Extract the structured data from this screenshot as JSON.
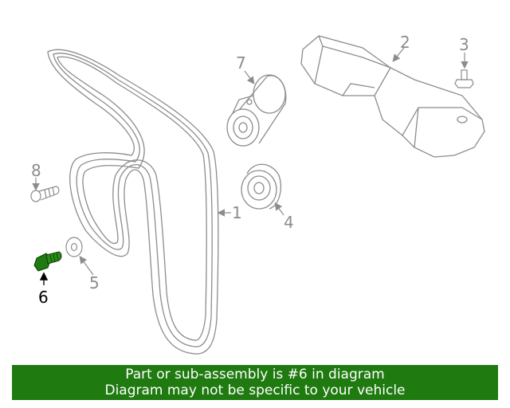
{
  "callouts": {
    "belt": "1",
    "cover": "2",
    "cover_bolt": "3",
    "idler_pulley": "4",
    "washer": "5",
    "selected_bolt": "6",
    "tensioner": "7",
    "pulley_bolt": "8"
  },
  "highlight_color": "#1f7a10",
  "banner": {
    "line1": "Part or sub-assembly is #6 in diagram",
    "line2": "Diagram may not be specific to your vehicle"
  }
}
